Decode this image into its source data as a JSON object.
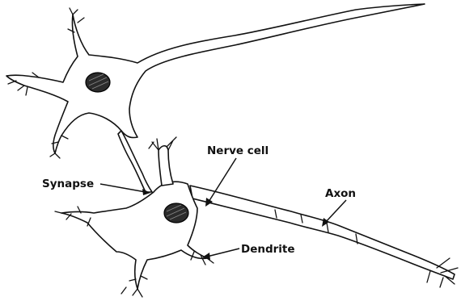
{
  "labels": {
    "synapse": "Synapse",
    "nerve_cell": "Nerve cell",
    "axon": "Axon",
    "dendrite": "Dendrite"
  },
  "colors": {
    "ink": "#111111",
    "background": "#ffffff"
  }
}
